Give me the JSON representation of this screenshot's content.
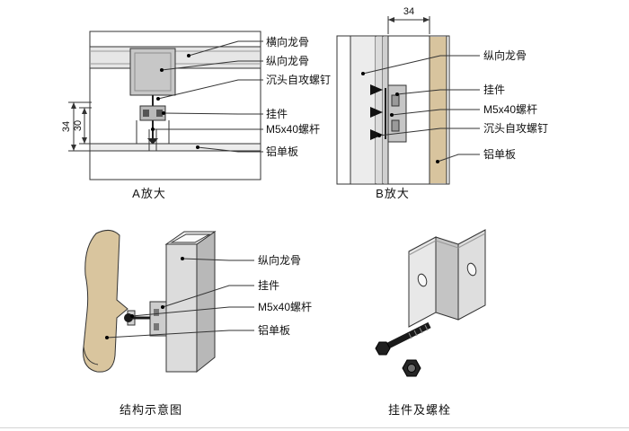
{
  "page": {
    "background": "#ffffff"
  },
  "colors": {
    "line": "#333333",
    "steel_light": "#e6e6e6",
    "steel_mid": "#c7c7c7",
    "steel_dark": "#b8b8b8",
    "aluminum_tan": "#d8c49e",
    "bolt_dark": "#1a1a1a"
  },
  "panel_a": {
    "caption": "A放大",
    "labels": [
      "横向龙骨",
      "纵向龙骨",
      "沉头自攻螺钉",
      "挂件",
      "M5x40螺杆",
      "铝单板"
    ],
    "dim_34": "34",
    "dim_30": "30"
  },
  "panel_b": {
    "caption": "B放大",
    "labels": [
      "纵向龙骨",
      "挂件",
      "M5x40螺杆",
      "沉头自攻螺钉",
      "铝单板"
    ],
    "dim_34": "34"
  },
  "panel_structure": {
    "caption": "结构示意图",
    "labels": [
      "纵向龙骨",
      "挂件",
      "M5x40螺杆",
      "铝单板"
    ]
  },
  "panel_hardware": {
    "caption": "挂件及螺栓"
  }
}
